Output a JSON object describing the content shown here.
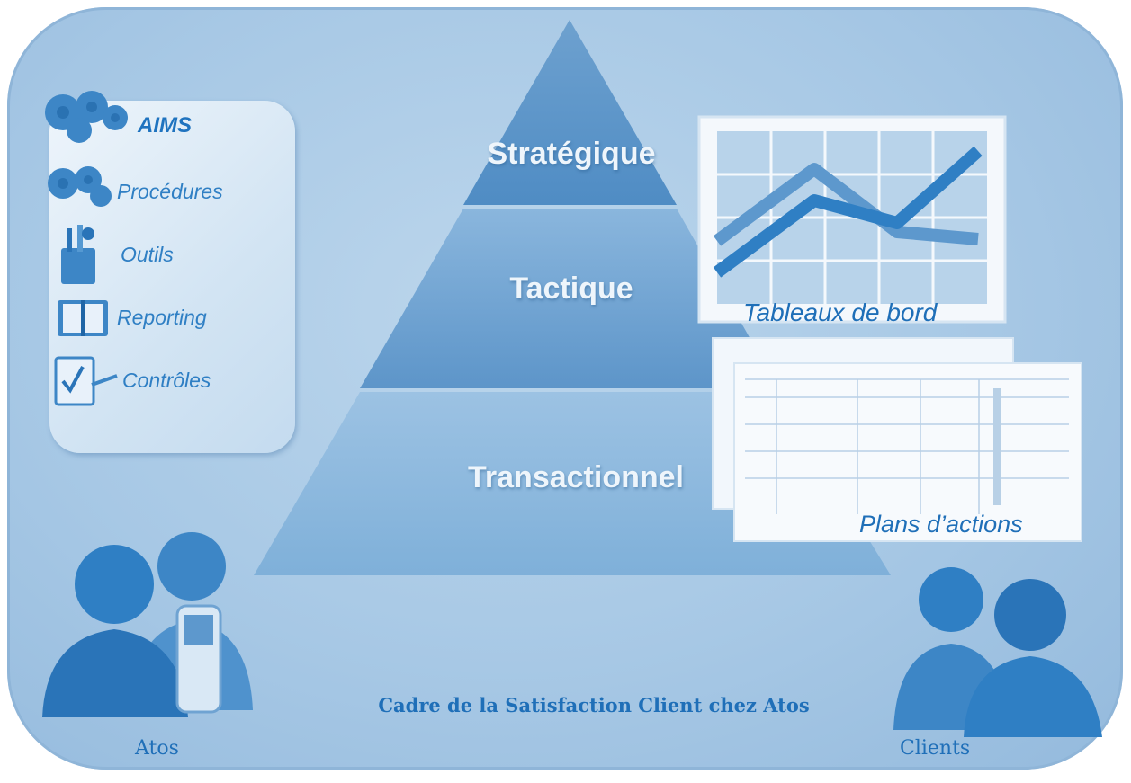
{
  "pyramid": {
    "levels": [
      "Stratégique",
      "Tactique",
      "Transactionnel"
    ]
  },
  "sidebar": {
    "title": "AIMS",
    "items": [
      {
        "label": "Procédures",
        "icon": "gears-icon"
      },
      {
        "label": "Outils",
        "icon": "tools-icon"
      },
      {
        "label": "Reporting",
        "icon": "book-icon"
      },
      {
        "label": "Contrôles",
        "icon": "checklist-icon"
      }
    ]
  },
  "dashboard_caption": "Tableaux de bord",
  "action_plans_caption": "Plans d’actions",
  "footer_title": "Cadre de la Satisfaction Client chez Atos",
  "people": {
    "left_label": "Atos",
    "right_label": "Clients"
  },
  "colors": {
    "background": "#a7c8e5",
    "text_blue": "#1f6fb8",
    "pyramid_blue": "#6fa3d2"
  }
}
